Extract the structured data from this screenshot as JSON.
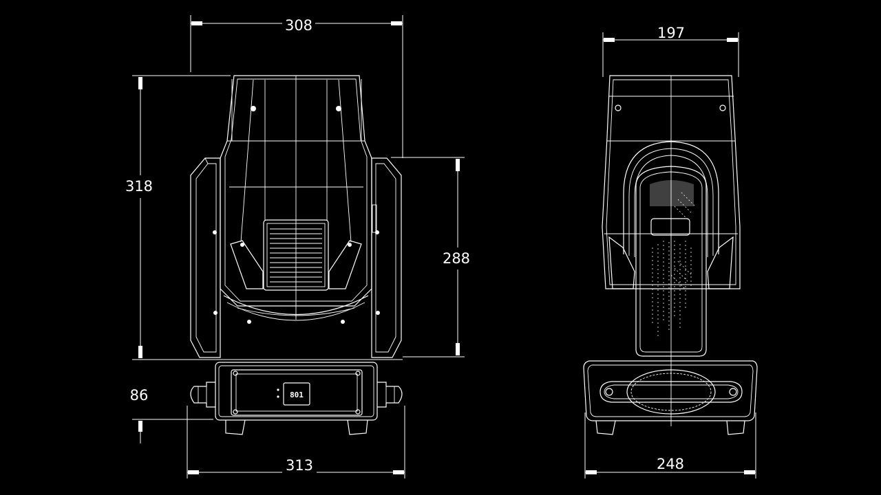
{
  "drawing": {
    "background": "#000000",
    "line_color": "#ffffff",
    "front_view": {
      "dimensions": {
        "head_width": "308",
        "total_height": "318",
        "yoke_height": "288",
        "base_height": "86",
        "base_width": "313"
      },
      "display_text": "801"
    },
    "side_view": {
      "dimensions": {
        "head_depth": "197",
        "base_depth": "248"
      }
    }
  }
}
